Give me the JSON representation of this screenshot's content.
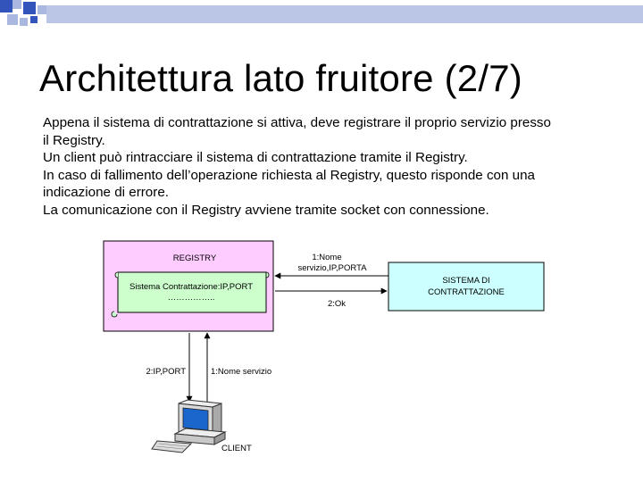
{
  "slide": {
    "title": "Architettura lato fruitore (2/7)",
    "paragraphs": [
      "Appena il sistema di contrattazione si attiva, deve registrare il proprio servizio presso",
      "il Registry.",
      "Un client può rintracciare il sistema di contrattazione tramite il Registry.",
      "In caso di fallimento dell’operazione richiesta al Registry, questo risponde con una",
      "indicazione di errore.",
      "La comunicazione con il Registry avviene tramite socket con connessione."
    ]
  },
  "diagram": {
    "registry_label": "REGISTRY",
    "scroll_line1": "Sistema Contrattazione:IP,PORT",
    "scroll_line2": "……………..",
    "system_line1": "SISTEMA DI",
    "system_line2": "CONTRATTAZIONE",
    "arrow_top_line1": "1:Nome",
    "arrow_top_line2": "servizio,IP,PORTA",
    "arrow_bottom": "2:Ok",
    "client_left": "2:IP,PORT",
    "client_right": "1:Nome servizio",
    "client_label": "CLIENT",
    "colors": {
      "registry_fill": "#ffccff",
      "scroll_fill": "#ccffcc",
      "system_fill": "#ccffff",
      "deco_blue": "#3355bb",
      "deco_light": "#aab8e0"
    }
  }
}
